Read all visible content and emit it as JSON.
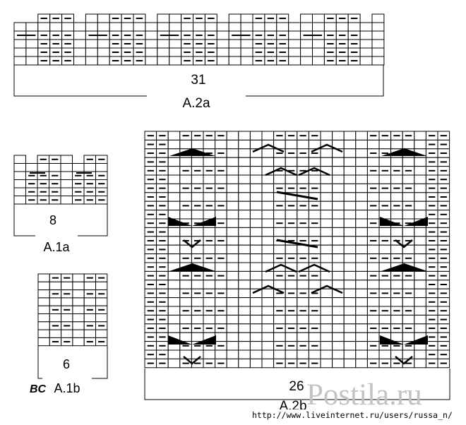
{
  "charts": {
    "a2a": {
      "count": "31",
      "name": "A.2a"
    },
    "a1a": {
      "count": "8",
      "name": "A.1a"
    },
    "a1b": {
      "count": "6",
      "name": "A.1b"
    },
    "a2b": {
      "count": "26",
      "name": "A.2b"
    }
  },
  "signature": "BC",
  "watermark": {
    "brand": "Postila.ru",
    "url": "http://www.liveinternet.ru/users/russa_n/",
    "brand_color": "#c3c3c3"
  },
  "symbols": {
    "purl_mark": "‒",
    "cell_color": "#ffffff",
    "line_color": "#000000"
  }
}
